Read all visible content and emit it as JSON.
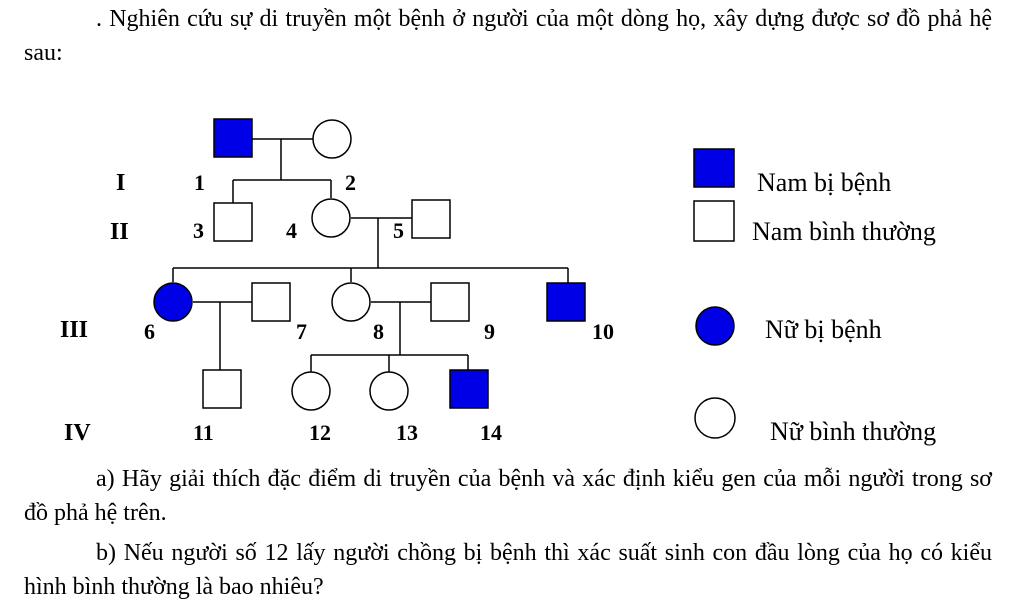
{
  "intro": {
    "prefix": ". ",
    "text": "Nghiên cứu sự di truyền một bệnh ở người của một dòng họ, xây dựng được sơ đồ phả hệ sau:"
  },
  "generations": [
    "I",
    "II",
    "III",
    "IV"
  ],
  "individuals": {
    "1": "1",
    "2": "2",
    "3": "3",
    "4": "4",
    "5": "5",
    "6": "6",
    "7": "7",
    "8": "8",
    "9": "9",
    "10": "10",
    "11": "11",
    "12": "12",
    "13": "13",
    "14": "14"
  },
  "legend": {
    "affected_male": "Nam bị bệnh",
    "normal_male": "Nam bình thường",
    "affected_female": "Nữ bị bệnh",
    "normal_female": "Nữ bình thường"
  },
  "questions": {
    "a": "a) Hãy giải thích đặc điểm di truyền của bệnh và xác định kiểu gen của mỗi người trong sơ đồ phả hệ trên.",
    "b": "b) Nếu người số 12 lấy người chồng bị bệnh thì xác suất sinh con đầu lòng của họ có kiểu hình bình thường là bao nhiêu?"
  },
  "colors": {
    "affected_fill": "#0000e6",
    "normal_fill": "#ffffff",
    "stroke": "#000000"
  }
}
